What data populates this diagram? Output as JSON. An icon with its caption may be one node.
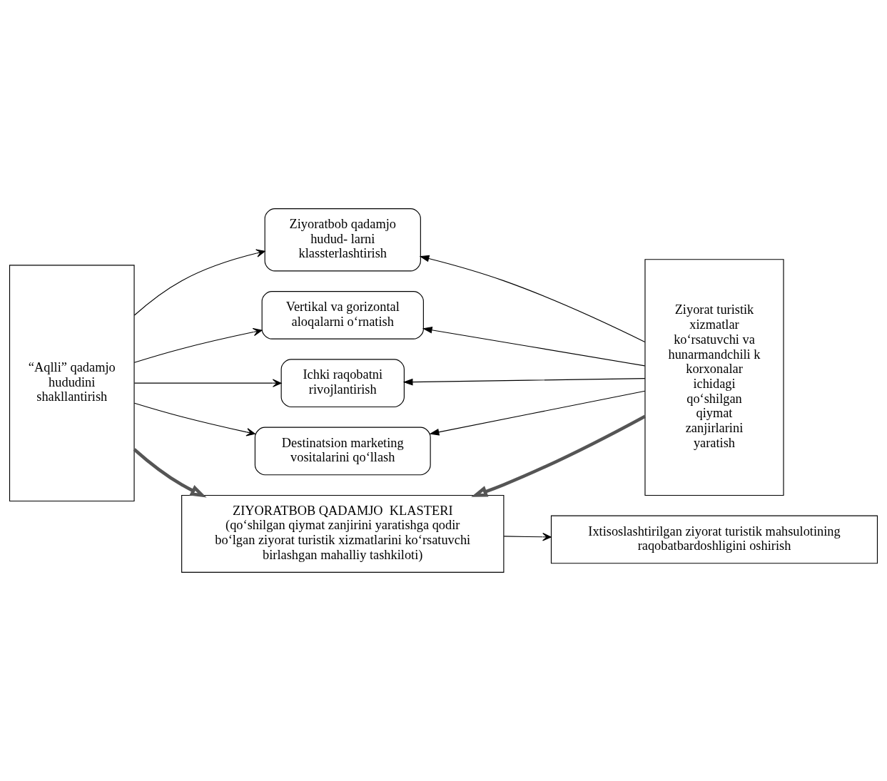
{
  "diagram": {
    "nodes": [
      {
        "text": [
          "“Aqlli” qadamjo hududini shakllantirish"
        ]
      },
      {
        "text": [
          "Ziyoratbob qadamjo hudud- larni klassterlashtirish"
        ]
      },
      {
        "text": [
          "Vertikal va gorizontal aloqalarni o‘rnatish"
        ]
      },
      {
        "text": [
          "Ichki raqobatni rivojlantirish"
        ]
      },
      {
        "text": [
          "Destinatsion marketing vositalarini qo‘llash"
        ]
      },
      {
        "text": [
          "Ziyorat turistik xizmatlar ko‘rsatuvchi va hunarmandchili k korxonalar ichidagi qo‘shilgan qiymat zanjirlarini yaratish"
        ]
      },
      {
        "text": [
          "ZIYORATBOB QADAMJO  KLASTERI",
          "(qo‘shilgan qiymat zanjirini yaratishga qodir bo‘lgan ziyorat turistik xizmatlarini ko‘rsatuvchi birlashgan mahalliy tashkiloti)"
        ]
      },
      {
        "text": [
          "Ixtisoslashtirilgan ziyorat turistik mahsulotining raqobatbardoshligini oshirish"
        ]
      }
    ],
    "edges": [
      {
        "from": 0,
        "to": 1,
        "arrow": "to"
      },
      {
        "from": 0,
        "to": 2,
        "arrow": "to"
      },
      {
        "from": 0,
        "to": 3,
        "arrow": "to"
      },
      {
        "from": 0,
        "to": 4,
        "arrow": "to"
      },
      {
        "from": 5,
        "to": 1,
        "arrow": "to"
      },
      {
        "from": 5,
        "to": 2,
        "arrow": "to"
      },
      {
        "from": 5,
        "to": 3,
        "arrow": "to"
      },
      {
        "from": 5,
        "to": 4,
        "arrow": "to"
      },
      {
        "from": 0,
        "to": 6,
        "arrow": "to",
        "style": "thick"
      },
      {
        "from": 5,
        "to": 6,
        "arrow": "to",
        "style": "thick"
      },
      {
        "from": 6,
        "to": 7,
        "arrow": "to"
      }
    ]
  }
}
